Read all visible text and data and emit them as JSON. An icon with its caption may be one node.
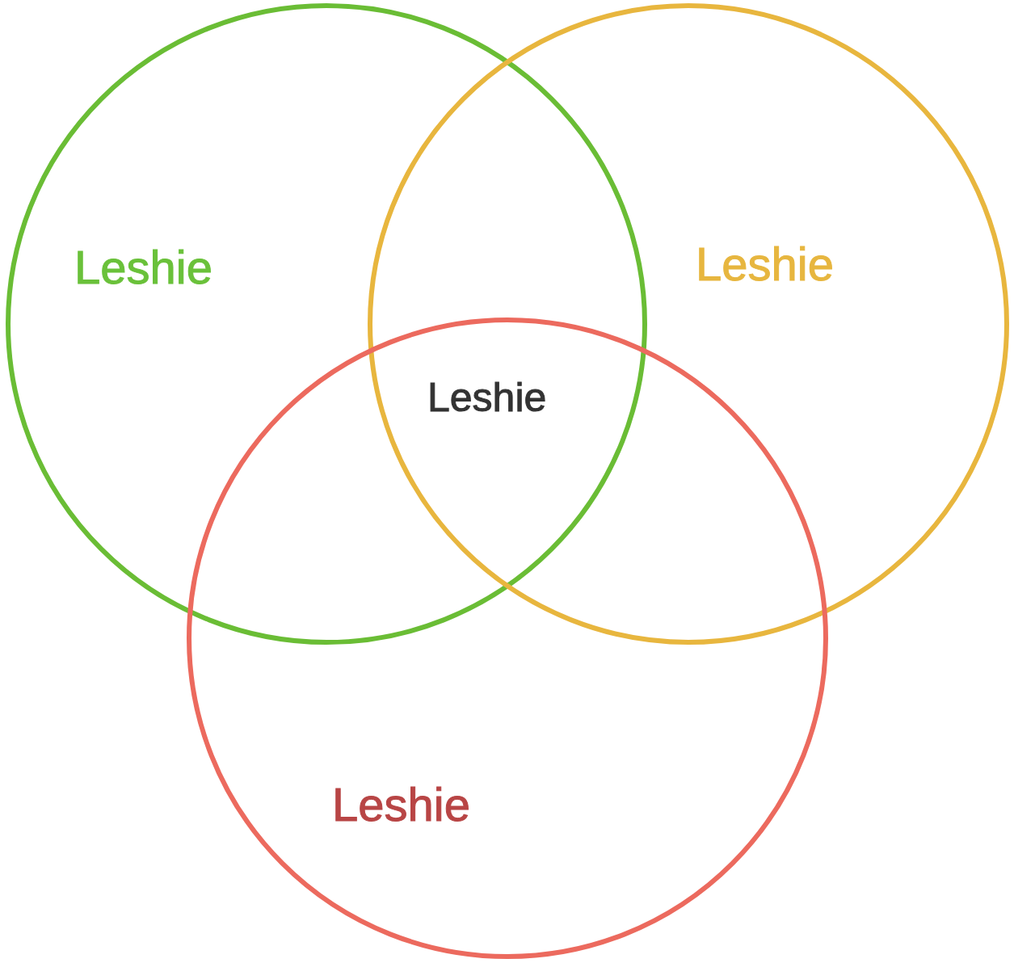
{
  "diagram": {
    "nodes": [
      {
        "text": [
          "Leshie"
        ]
      },
      {
        "text": [
          "Leshie"
        ]
      },
      {
        "text": [
          "Leshie"
        ]
      }
    ],
    "labels": [
      "Leshie"
    ]
  }
}
